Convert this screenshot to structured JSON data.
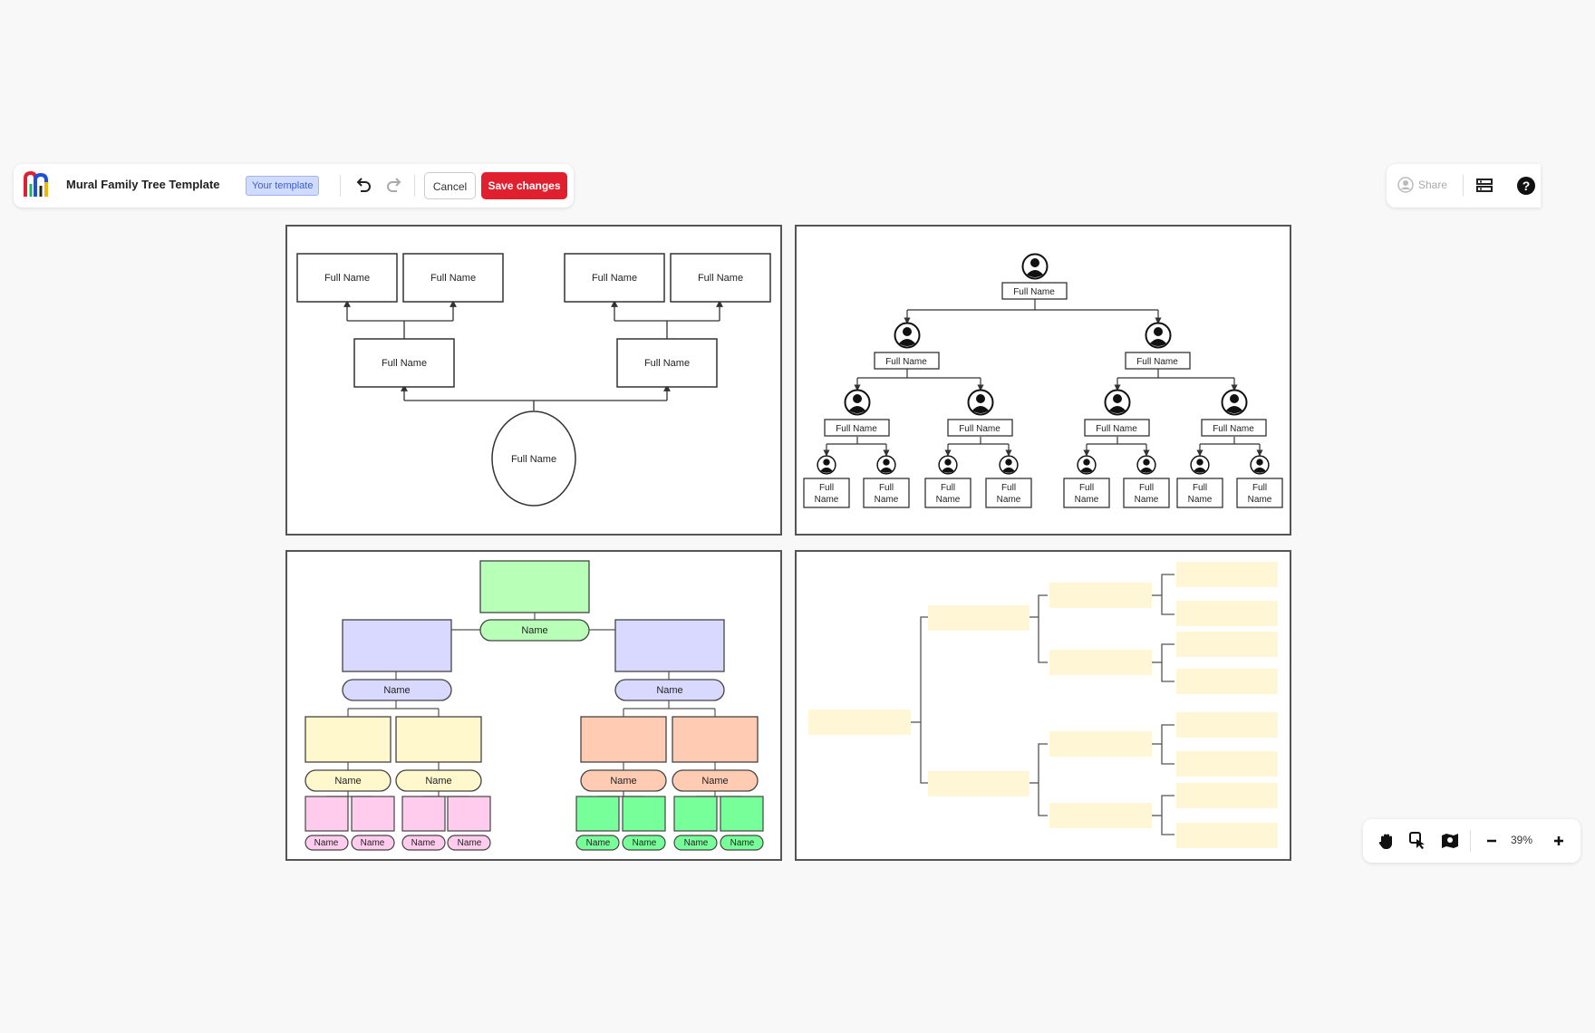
{
  "app": {
    "title": "Mural Family Tree Template",
    "badge": "Your template",
    "cancel_label": "Cancel",
    "save_label": "Save changes",
    "share_label": "Share",
    "zoom_level": "39%"
  },
  "boards": {
    "b1": {
      "grandparents": [
        "Full Name",
        "Full Name",
        "Full Name",
        "Full Name"
      ],
      "parents": [
        "Full Name",
        "Full Name"
      ],
      "root": "Full Name"
    },
    "b2": {
      "root": "Full Name",
      "level2": [
        "Full Name",
        "Full Name"
      ],
      "level3": [
        "Full Name",
        "Full Name",
        "Full Name",
        "Full Name"
      ],
      "level4_line1": [
        "Full",
        "Full",
        "Full",
        "Full",
        "Full",
        "Full",
        "Full",
        "Full"
      ],
      "level4_line2": [
        "Name",
        "Name",
        "Name",
        "Name",
        "Name",
        "Name",
        "Name",
        "Name"
      ]
    },
    "b3": {
      "root": "Name",
      "level2": [
        "Name",
        "Name"
      ],
      "level3": [
        "Name",
        "Name",
        "Name",
        "Name"
      ],
      "level4": [
        "Name",
        "Name",
        "Name",
        "Name",
        "Name",
        "Name",
        "Name",
        "Name"
      ],
      "colors": {
        "green": "#b8ffb8",
        "lavender": "#d9d9ff",
        "yellow": "#fff8cc",
        "salmon": "#ffccb3",
        "pink": "#ffccee",
        "brightgreen": "#77ff99"
      }
    },
    "b4": {
      "placeholder_color": "#fff6d5"
    }
  }
}
